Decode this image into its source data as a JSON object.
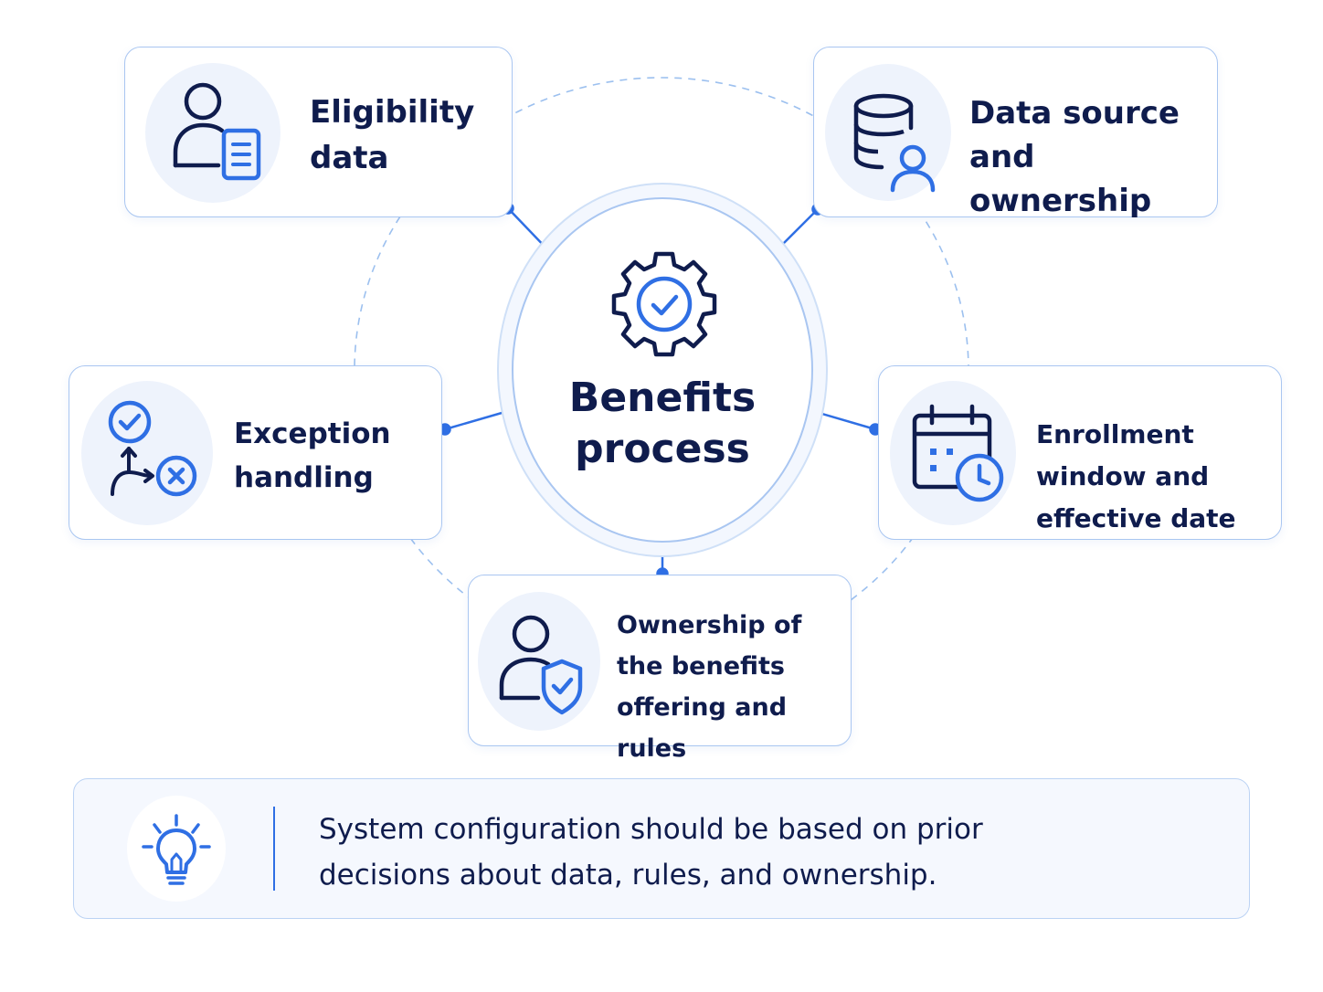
{
  "center": {
    "title": "Benefits process",
    "icon": "gear-check-icon"
  },
  "nodes": [
    {
      "id": "eligibility",
      "label": "Eligibility data",
      "icon": "user-document-icon"
    },
    {
      "id": "data-source",
      "label": "Data source and ownership",
      "icon": "database-user-icon"
    },
    {
      "id": "exception",
      "label": "Exception handling",
      "icon": "branch-check-cross-icon"
    },
    {
      "id": "enrollment",
      "label": "Enrollment window and effective date",
      "icon": "calendar-clock-icon"
    },
    {
      "id": "offering-ownership",
      "label": "Ownership of the benefits offering and rules",
      "icon": "user-shield-icon"
    }
  ],
  "note": {
    "icon": "lightbulb-icon",
    "text": "System configuration should be based on prior decisions about data, rules, and ownership."
  },
  "colors": {
    "navy": "#0f1c4d",
    "accent": "#2f6fe4",
    "card_border": "#a9c6f1",
    "icon_bg": "#eef3fc",
    "note_bg": "#f5f8fe"
  }
}
